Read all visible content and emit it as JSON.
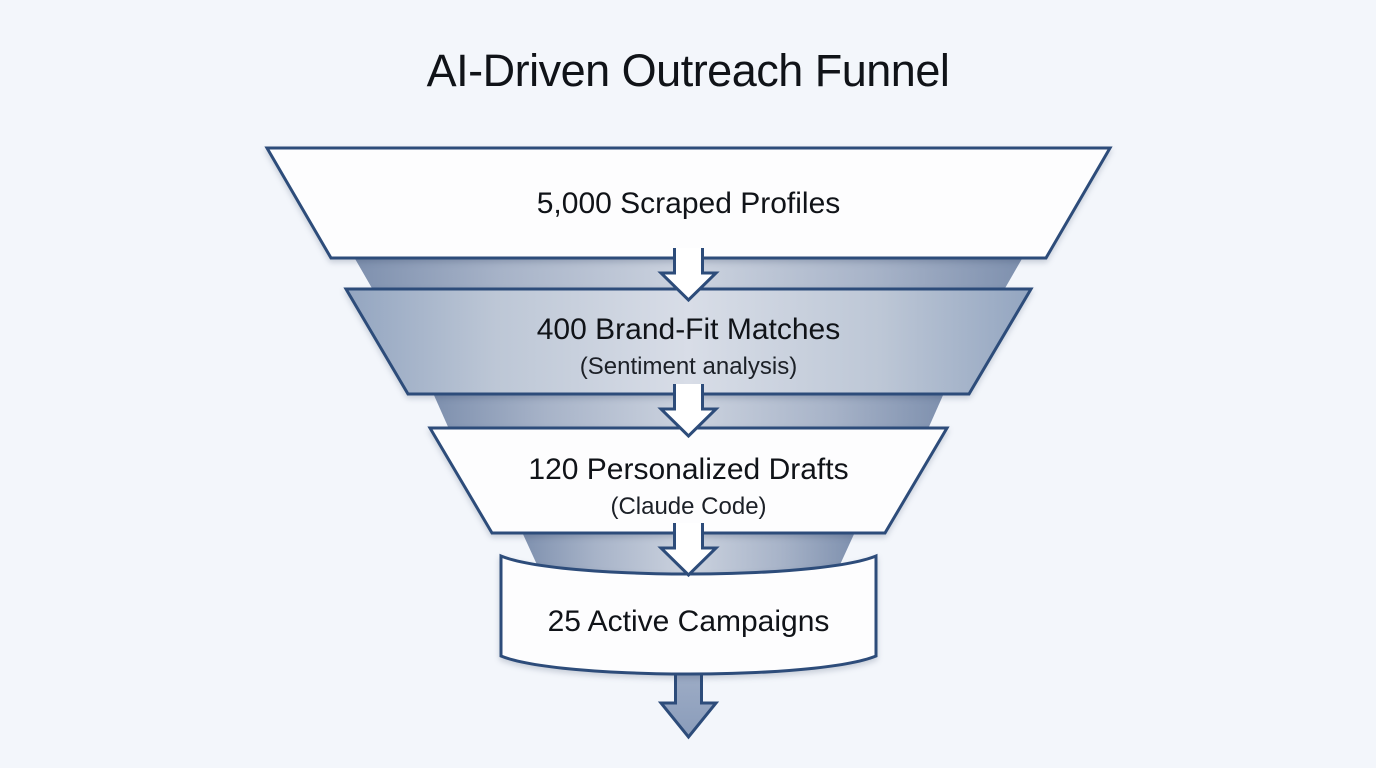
{
  "title": "AI-Driven Outreach Funnel",
  "funnel": {
    "type": "funnel",
    "stages": [
      {
        "value": 5000,
        "label": "5,000 Scraped Profiles",
        "sublabel": ""
      },
      {
        "value": 400,
        "label": "400 Brand-Fit Matches",
        "sublabel": "(Sentiment analysis)"
      },
      {
        "value": 120,
        "label": "120 Personalized Drafts",
        "sublabel": "(Claude Code)"
      },
      {
        "value": 25,
        "label": "25 Active Campaigns",
        "sublabel": ""
      }
    ]
  },
  "colors": {
    "background": "#f3f6fb",
    "outline": "#2d4c7a",
    "text": "#101318",
    "subtext": "#1c2027",
    "stageFill": "#fdfdfe",
    "metalEdge": "#93a5c0",
    "metalMid": "#bdc7d6",
    "metalCenter": "#d8dde7",
    "bandEdge": "#7e90ae",
    "bandMid": "#a7b3c8",
    "bandCenter": "#ccd3df",
    "arrowFillTop": "#a3b1c9",
    "arrowFillBottom": "#8a9cba"
  }
}
